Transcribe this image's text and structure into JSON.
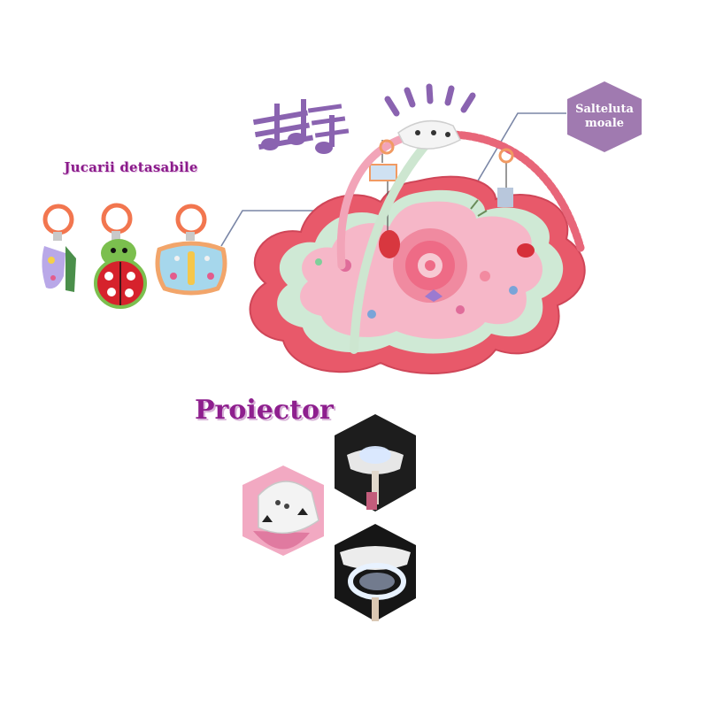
{
  "labels": {
    "detachable_toys": "Jucarii detasabile",
    "soft_mat_line1": "Salteluta",
    "soft_mat_line2": "moale",
    "projector": "Proiector"
  },
  "colors": {
    "label_purple": "#8e1f8e",
    "hexagon_purple": "#a07ab0",
    "music_notes": "#8a63b0",
    "mat_red": "#e8596a",
    "mat_pink": "#f6b7c8",
    "mat_mint": "#cfe9d5"
  }
}
